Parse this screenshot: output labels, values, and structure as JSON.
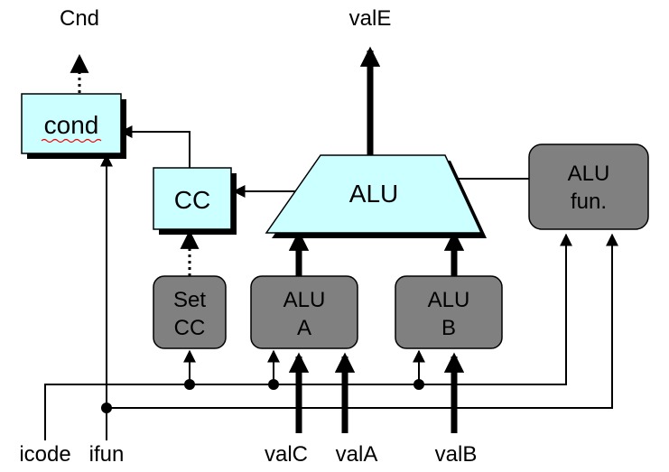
{
  "outputs": {
    "cnd": "Cnd",
    "vale": "valE"
  },
  "blocks": {
    "cond": "cond",
    "cc": "CC",
    "alu": "ALU",
    "alu_fun_line1": "ALU",
    "alu_fun_line2": "fun.",
    "set_cc_line1": "Set",
    "set_cc_line2": "CC",
    "alu_a_line1": "ALU",
    "alu_a_line2": "A",
    "alu_b_line1": "ALU",
    "alu_b_line2": "B"
  },
  "inputs": {
    "icode": "icode",
    "ifun": "ifun",
    "valc": "valC",
    "vala": "valA",
    "valb": "valB"
  },
  "colors": {
    "control_block": "#808080",
    "state_block": "#ccffff",
    "alu_fill": "#ccffff",
    "wire": "#000000"
  }
}
